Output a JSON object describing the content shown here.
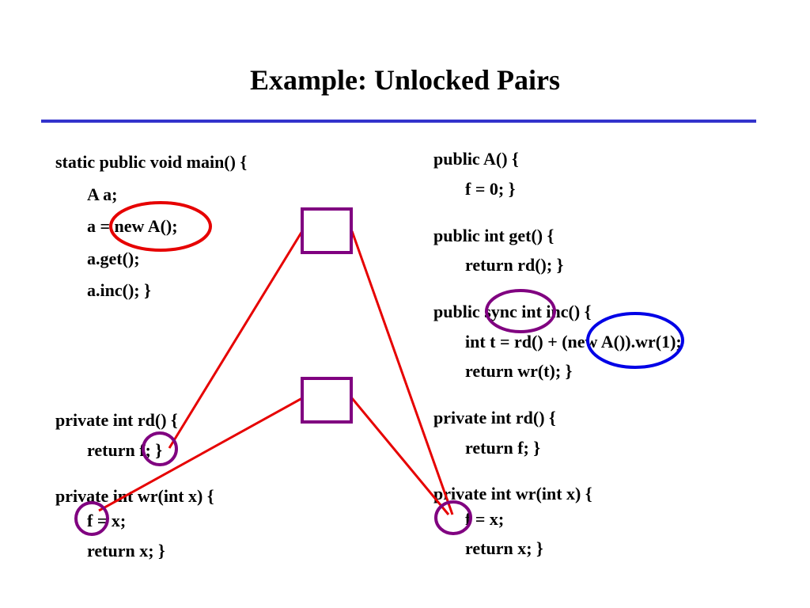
{
  "title": "Example: Unlocked Pairs",
  "colors": {
    "rule": "#3333cc",
    "link_line": "#e60000",
    "lock_circle": "#800080",
    "red_circle": "#e60000",
    "blue_circle": "#0000e6",
    "box": "#800080"
  },
  "left_code": {
    "main": [
      "static public void main() {",
      "A a;",
      "a = new A();",
      "a.get();",
      "a.inc(); }"
    ],
    "rd": [
      "private int rd() {",
      "return f; }"
    ],
    "wr": [
      "private int wr(int x) {",
      "f = x;",
      "return x; }"
    ]
  },
  "right_code": {
    "ctor": [
      "public A() {",
      "f = 0; }"
    ],
    "get": [
      "public int get() {",
      "return rd(); }"
    ],
    "inc": [
      "public sync int inc() {",
      "int t = rd() + (new A()).wr(1);",
      "return wr(t); }"
    ],
    "rd": [
      "private int rd() {",
      "return f; }"
    ],
    "wr": [
      "private int wr(int x) {",
      "f = x;",
      "return x; }"
    ]
  }
}
